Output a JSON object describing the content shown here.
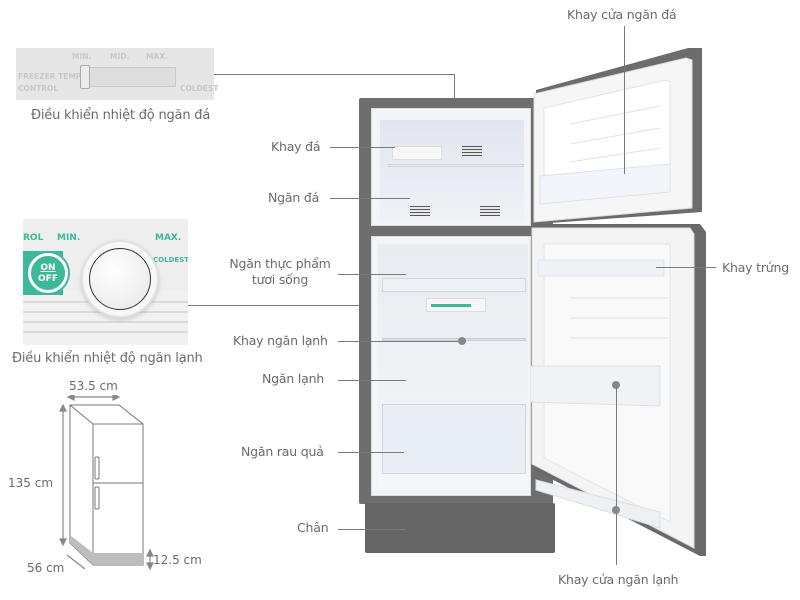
{
  "diagram": {
    "subject": "Two-door refrigerator feature diagram",
    "colors": {
      "label_text": "#6b6b6b",
      "leader_line": "#7a7a7a",
      "fridge_body": "#6e6e6e",
      "control_accent": "#3eb89a"
    }
  },
  "insets": {
    "freezer_control": {
      "caption": "Điều khiển nhiệt độ ngăn đá",
      "panel_text": {
        "min": "MIN.",
        "mid": "MID.",
        "max": "MAX.",
        "label_line1": "FREEZER TEMP.",
        "label_line2": "CONTROL",
        "coldest": "COLDEST"
      }
    },
    "fridge_control": {
      "caption": "Điều khiển nhiệt độ ngăn lạnh",
      "panel_text": {
        "control_partial": "ROL",
        "min": "MIN.",
        "max": "MAX.",
        "coldest": "COLDEST",
        "on": "ON",
        "off": "OFF"
      }
    }
  },
  "dimensions": {
    "width": "53.5 cm",
    "height": "135 cm",
    "depth": "56 cm",
    "base_height": "12.5 cm"
  },
  "labels": {
    "freezer_door_tray": "Khay cửa ngăn đá",
    "ice_tray": "Khay đá",
    "freezer_compartment": "Ngăn đá",
    "fresh_food_compartment_line1": "Ngăn thực phẩm",
    "fresh_food_compartment_line2": "tươi sống",
    "fridge_shelf": "Khay ngăn lạnh",
    "fridge_compartment": "Ngăn lạnh",
    "vegetable_crisper": "Ngăn rau quả",
    "base_stand": "Chân",
    "egg_tray": "Khay trứng",
    "fridge_door_tray": "Khay cửa ngăn lạnh"
  }
}
